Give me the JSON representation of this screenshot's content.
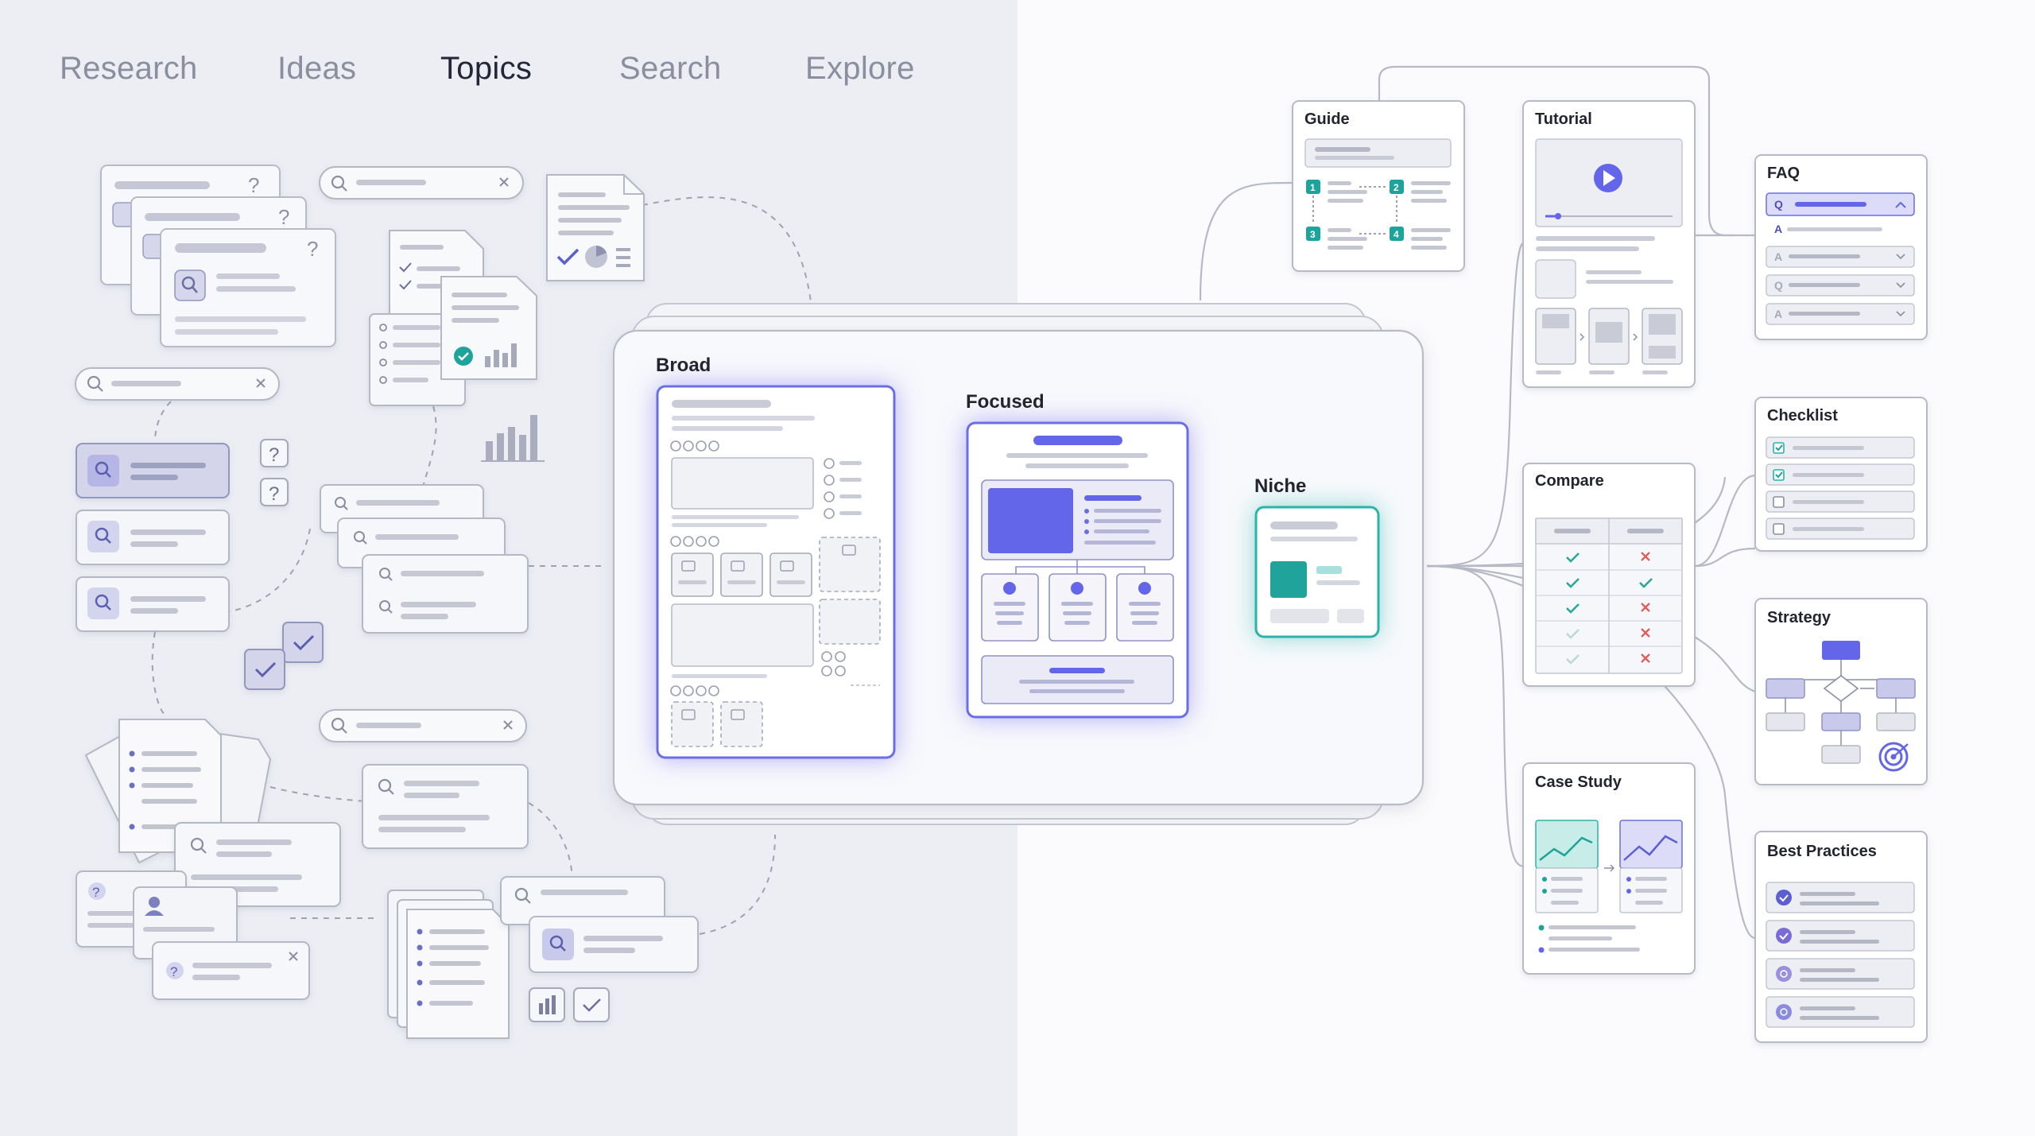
{
  "nav": {
    "items": [
      "Research",
      "Ideas",
      "Topics",
      "Search",
      "Explore"
    ],
    "active": "Topics"
  },
  "funnel": {
    "broad": "Broad",
    "focused": "Focused",
    "niche": "Niche"
  },
  "content_types": {
    "guide": "Guide",
    "tutorial": "Tutorial",
    "faq": "FAQ",
    "checklist": "Checklist",
    "compare": "Compare",
    "strategy": "Strategy",
    "case_study": "Case Study",
    "best_practices": "Best Practices"
  },
  "guide_steps": [
    "1",
    "2",
    "3",
    "4"
  ],
  "faq_rows": [
    "Q",
    "A",
    "A",
    "Q",
    "A"
  ],
  "colors": {
    "accent": "#6366e8",
    "accent_light": "#dcdcf8",
    "teal": "#1fa39b",
    "check_green": "#26a69a",
    "cross_red": "#e05b5b",
    "line": "#b9bcc8",
    "left_bg": "#eceef4",
    "right_bg": "#fbfbfd"
  },
  "icons": [
    "search-icon",
    "question-icon",
    "close-icon",
    "check-icon",
    "bar-chart-icon",
    "pie-chart-icon",
    "play-icon",
    "target-icon",
    "user-icon",
    "document-icon"
  ]
}
